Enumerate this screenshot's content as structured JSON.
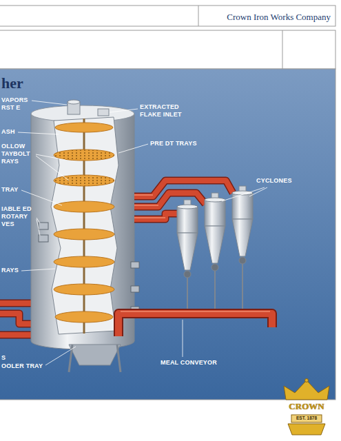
{
  "diagram": {
    "title": "her",
    "labels": [
      "Crown Iron Works Company",
      "VAPORS RST E",
      "ASH",
      "OLLOW TAYBOLT RAYS",
      "TRAY",
      "IABLE ED ROTARY VES",
      "RAYS",
      "S",
      "OOLER TRAY",
      "EXTRACTED FLAKE INLET",
      "PRE DT TRAYS",
      "CYCLONES",
      "MEAL CONVEYOR",
      "CROWN",
      "EST. 1878"
    ]
  }
}
